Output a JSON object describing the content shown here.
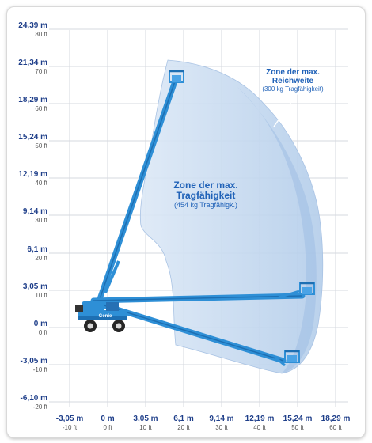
{
  "y_axis": [
    {
      "m": "24,39 m",
      "ft": "80 ft"
    },
    {
      "m": "21,34 m",
      "ft": "70 ft"
    },
    {
      "m": "18,29 m",
      "ft": "60 ft"
    },
    {
      "m": "15,24 m",
      "ft": "50 ft"
    },
    {
      "m": "12,19 m",
      "ft": "40 ft"
    },
    {
      "m": "9,14 m",
      "ft": "30 ft"
    },
    {
      "m": "6,1 m",
      "ft": "20 ft"
    },
    {
      "m": "3,05 m",
      "ft": "10 ft"
    },
    {
      "m": "0 m",
      "ft": "0 ft"
    },
    {
      "m": "-3,05 m",
      "ft": "-10 ft"
    },
    {
      "m": "-6,10 m",
      "ft": "-20 ft"
    }
  ],
  "x_axis": [
    {
      "m": "-3,05 m",
      "ft": "-10 ft"
    },
    {
      "m": "0 m",
      "ft": "0 ft"
    },
    {
      "m": "3,05 m",
      "ft": "10 ft"
    },
    {
      "m": "6,1 m",
      "ft": "20 ft"
    },
    {
      "m": "9,14 m",
      "ft": "30 ft"
    },
    {
      "m": "12,19 m",
      "ft": "40 ft"
    },
    {
      "m": "15,24 m",
      "ft": "50 ft"
    },
    {
      "m": "18,29 m",
      "ft": "60 ft"
    }
  ],
  "zone_capacity": {
    "title1": "Zone der max.",
    "title2": "Tragfähigkeit",
    "sub": "(454 kg Tragfähigk.)"
  },
  "zone_reach": {
    "title1": "Zone der max.",
    "title2": "Reichweite",
    "sub": "(300 kg Tragfähigkeit)"
  },
  "machine": {
    "brand": "Genie"
  },
  "colors": {
    "boom": "#2e8fd6",
    "boom_dark": "#1d6fb3",
    "envelope": "#bcd3ee",
    "grid": "#d5d9df",
    "label": "#1f3f8a"
  }
}
